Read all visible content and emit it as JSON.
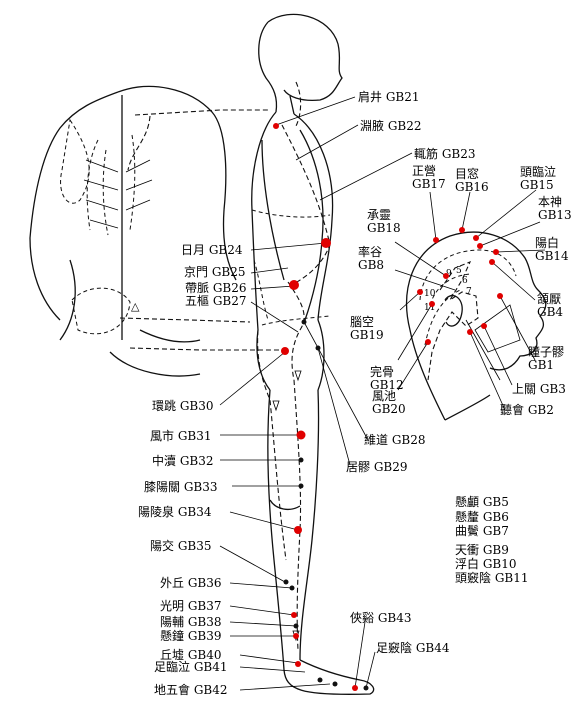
{
  "labels": {
    "gb21": "肩井 GB21",
    "gb22": "淵腋 GB22",
    "gb23": "輒筋 GB23",
    "gb17": "正營\nGB17",
    "gb16": "目窓\nGB16",
    "gb15": "頭臨泣\nGB15",
    "gb13": "本神\nGB13",
    "gb18": "承靈\nGB18",
    "gb8": "率谷\nGB8",
    "gb14": "陽白\nGB14",
    "gb24": "日月 GB24",
    "gb25": "京門 GB25",
    "gb26": "帶脈 GB26",
    "gb27": "五樞 GB27",
    "gb19": "腦空\nGB19",
    "gb4": "頷厭\nGB4",
    "gb1": "瞳子髎\nGB1",
    "gb12": "完骨\nGB12",
    "gb20": "風池\nGB20",
    "gb3": "上關 GB3",
    "gb2": "聽會 GB2",
    "gb30": "環跳 GB30",
    "gb28": "維道 GB28",
    "gb31": "風市 GB31",
    "gb32": "中瀆 GB32",
    "gb29": "居髎 GB29",
    "gb33": "膝陽關 GB33",
    "gb34": "陽陵泉 GB34",
    "gb35": "陽交 GB35",
    "gb36": "外丘 GB36",
    "gb37": "光明 GB37",
    "gb38": "陽輔 GB38",
    "gb39": "懸鐘 GB39",
    "gb40": "丘墟 GB40",
    "gb41": "足臨泣 GB41",
    "gb42": "地五會 GB42",
    "gb43": "俠谿 GB43",
    "gb44": "足竅陰 GB44",
    "gb5": "懸顱 GB5",
    "gb6": "懸釐 GB6",
    "gb7": "曲鬢 GB7",
    "gb9": "天衝 GB9",
    "gb10": "浮白 GB10",
    "gb11": "頭竅陰 GB11"
  },
  "head_numbers": [
    "5",
    "6",
    "7",
    "9",
    "10",
    "11"
  ],
  "colors": {
    "point": "#e00000",
    "line": "#000000"
  }
}
